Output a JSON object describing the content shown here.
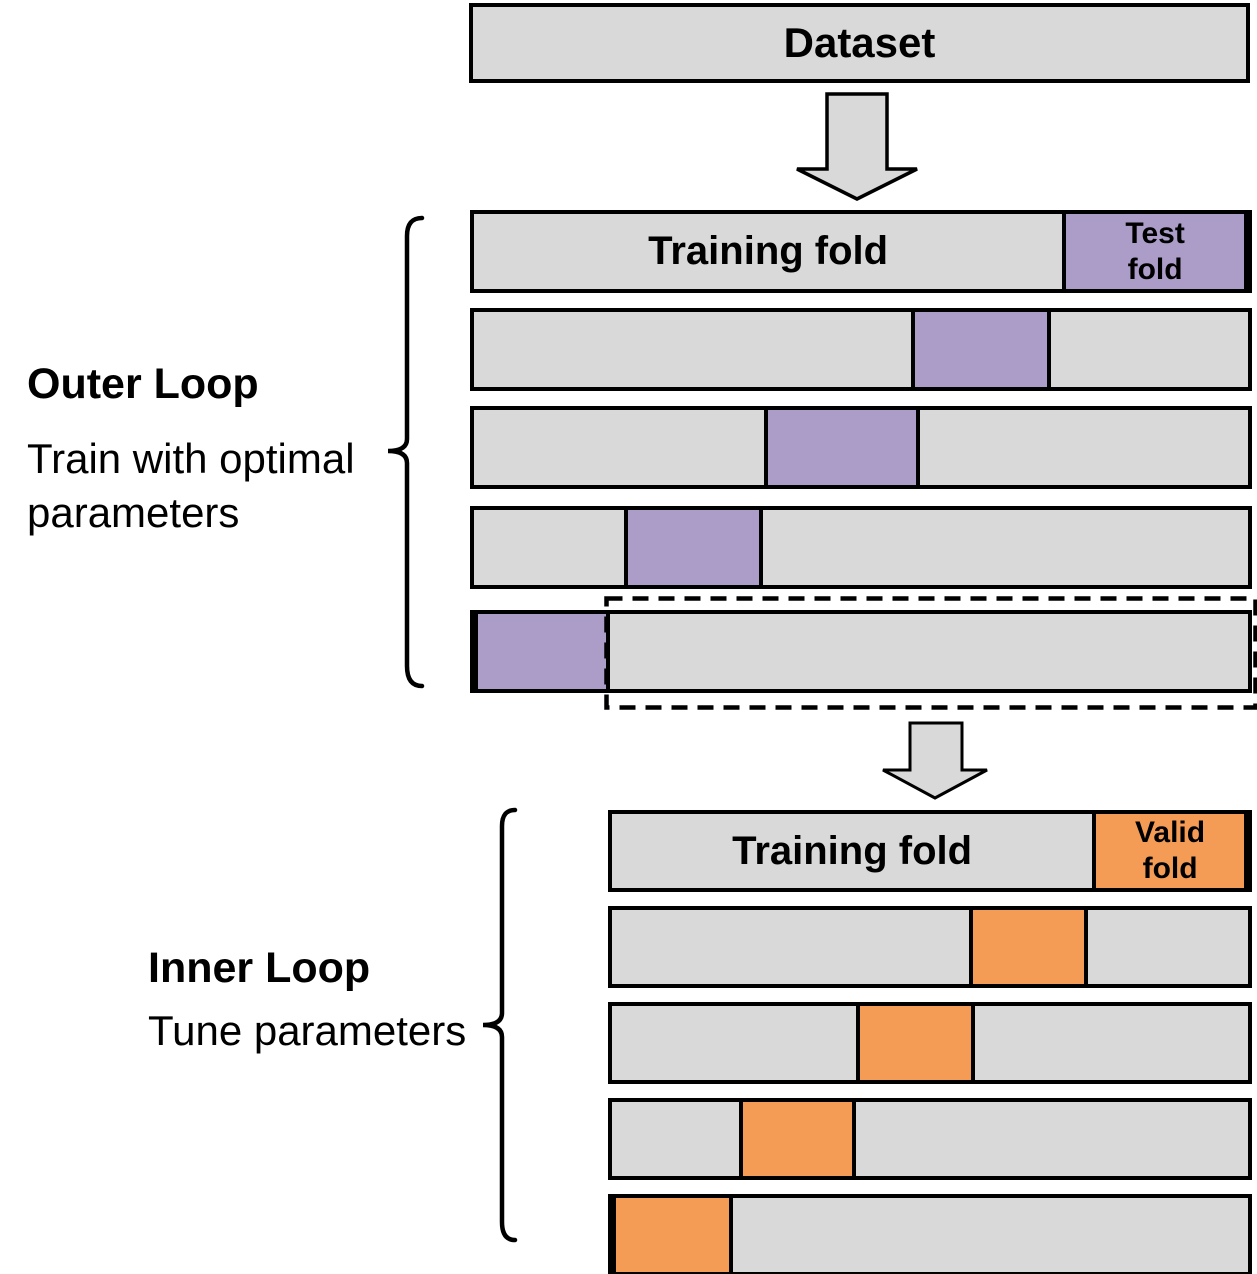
{
  "colors": {
    "bar_gray": "#d9d9d9",
    "test_purple": "#ab9cc8",
    "valid_orange": "#f49c55",
    "line_black": "#000000",
    "arrow_gray": "#d9d9d9"
  },
  "dataset_box": {
    "label": "Dataset"
  },
  "outer_loop": {
    "title": "Outer Loop",
    "subtitle_lines": [
      "Train with optimal",
      "parameters"
    ],
    "training_fold_label": "Training fold",
    "fold_label_lines": [
      "Test",
      "fold"
    ],
    "rows": [
      {
        "highlight_start_pct": 76.0,
        "highlight_width_pct": 24.0
      },
      {
        "highlight_start_pct": 56.5,
        "highlight_width_pct": 18.0
      },
      {
        "highlight_start_pct": 37.5,
        "highlight_width_pct": 20.1
      },
      {
        "highlight_start_pct": 19.4,
        "highlight_width_pct": 18.0
      },
      {
        "highlight_start_pct": 0,
        "highlight_width_pct": 17.6
      }
    ]
  },
  "inner_loop": {
    "title": "Inner Loop",
    "subtitle_lines": [
      "Tune parameters"
    ],
    "training_fold_label": "Training fold",
    "fold_label_lines": [
      "Valid",
      "fold"
    ],
    "rows": [
      {
        "highlight_start_pct": 75.5,
        "highlight_width_pct": 24.5
      },
      {
        "highlight_start_pct": 56.2,
        "highlight_width_pct": 18.6
      },
      {
        "highlight_start_pct": 38.4,
        "highlight_width_pct": 18.6
      },
      {
        "highlight_start_pct": 19.9,
        "highlight_width_pct": 18.5
      },
      {
        "highlight_start_pct": 0,
        "highlight_width_pct": 19.1
      }
    ]
  }
}
